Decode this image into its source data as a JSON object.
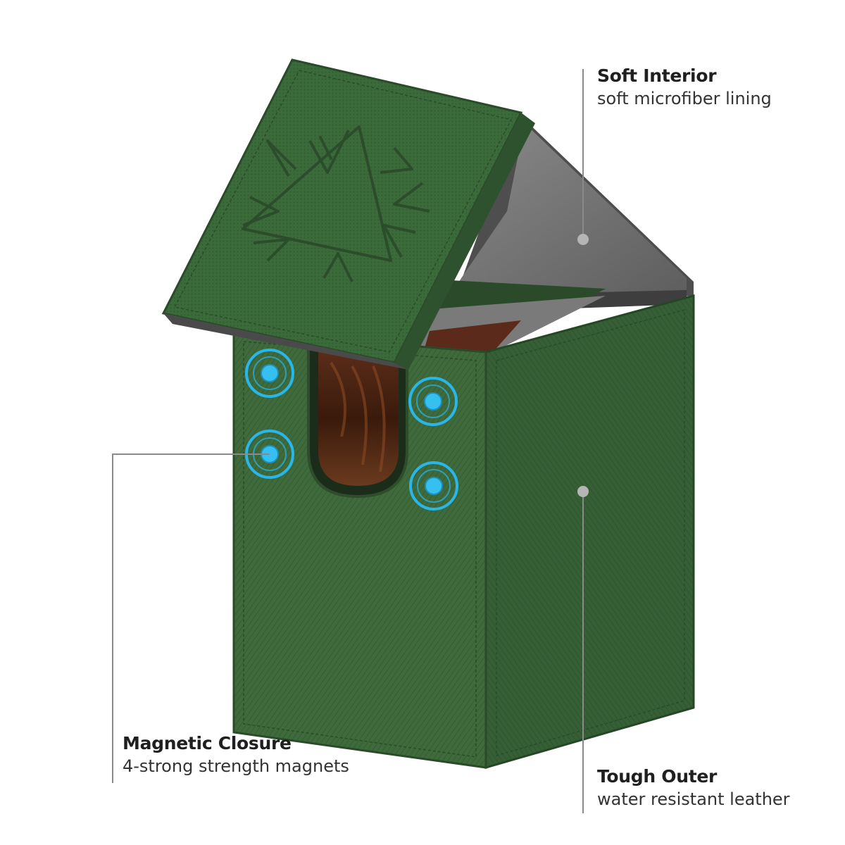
{
  "image": {
    "subject": "deck-box-card-case",
    "colors": {
      "leather_green": "#3f6a3c",
      "leather_green_dark": "#2f5430",
      "lining_gray": "#6e6e6e",
      "magnet_blue": "#29b6e8",
      "leader_line": "#8a8a8a"
    }
  },
  "callouts": {
    "soft_interior": {
      "title": "Soft Interior",
      "desc": "soft microfiber lining"
    },
    "magnetic_closure": {
      "title": "Magnetic Closure",
      "desc": "4-strong strength magnets"
    },
    "tough_outer": {
      "title": "Tough Outer",
      "desc": "water resistant leather"
    }
  }
}
